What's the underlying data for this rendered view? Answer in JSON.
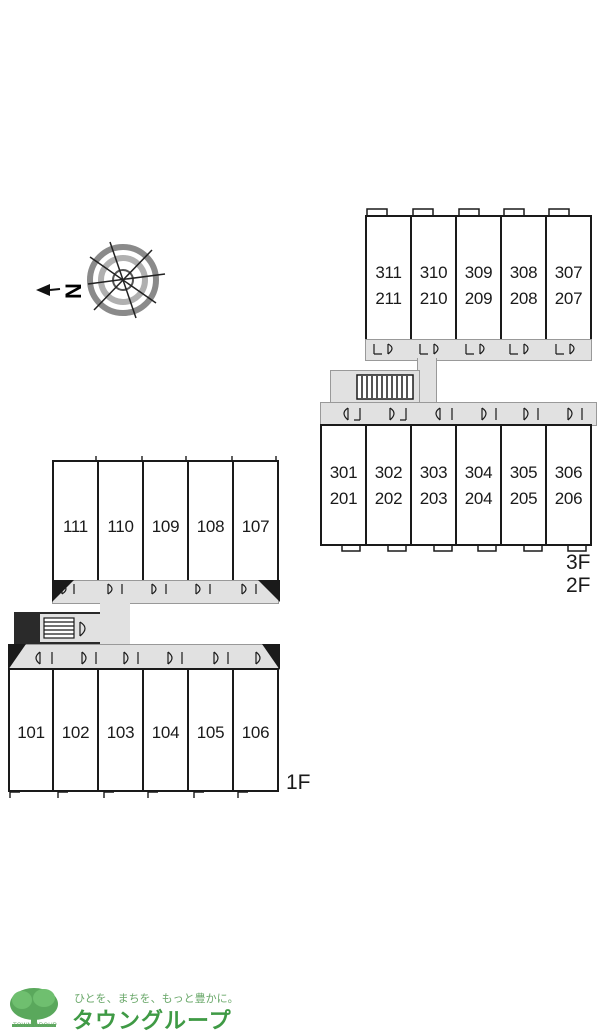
{
  "compass": {
    "north_label": "N"
  },
  "floors": {
    "upper": [
      "3F",
      "2F"
    ],
    "ground": "1F"
  },
  "building_upper": {
    "top_row": [
      {
        "top": "311",
        "bottom": "211"
      },
      {
        "top": "310",
        "bottom": "210"
      },
      {
        "top": "309",
        "bottom": "209"
      },
      {
        "top": "308",
        "bottom": "208"
      },
      {
        "top": "307",
        "bottom": "207"
      }
    ],
    "bottom_row": [
      {
        "top": "301",
        "bottom": "201"
      },
      {
        "top": "302",
        "bottom": "202"
      },
      {
        "top": "303",
        "bottom": "203"
      },
      {
        "top": "304",
        "bottom": "204"
      },
      {
        "top": "305",
        "bottom": "205"
      },
      {
        "top": "306",
        "bottom": "206"
      }
    ]
  },
  "building_ground": {
    "top_row": [
      "111",
      "110",
      "109",
      "108",
      "107"
    ],
    "bottom_row": [
      "101",
      "102",
      "103",
      "104",
      "105",
      "106"
    ]
  },
  "footer": {
    "tagline": "ひとを、まちを、もっと豊かに。",
    "brand": "タウングループ",
    "small": "TOWN GROUP"
  }
}
